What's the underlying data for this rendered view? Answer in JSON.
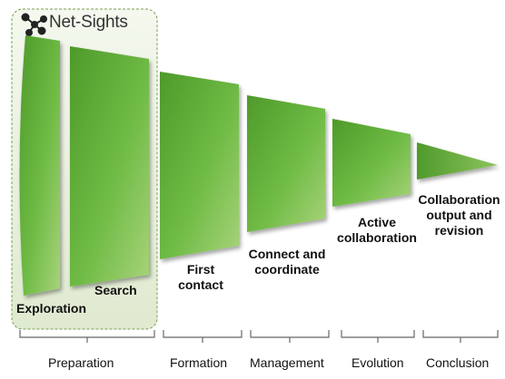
{
  "brand": {
    "name": "Net-Sights",
    "icon": "network-nodes-icon"
  },
  "colors": {
    "highlight_fill": "#e6efd8",
    "highlight_border": "#7a9c52",
    "segment_dark": "#3f8a1e",
    "segment_light": "#a9d67a",
    "bracket": "#666666"
  },
  "stages": [
    {
      "label": "Exploration"
    },
    {
      "label": "Search"
    },
    {
      "label": "First\ncontact"
    },
    {
      "label": "Connect and\ncoordinate"
    },
    {
      "label": "Active\ncollaboration"
    },
    {
      "label": "Collaboration\noutput and\nrevision"
    }
  ],
  "phases": [
    {
      "label": "Preparation"
    },
    {
      "label": "Formation"
    },
    {
      "label": "Management"
    },
    {
      "label": "Evolution"
    },
    {
      "label": "Conclusion"
    }
  ]
}
